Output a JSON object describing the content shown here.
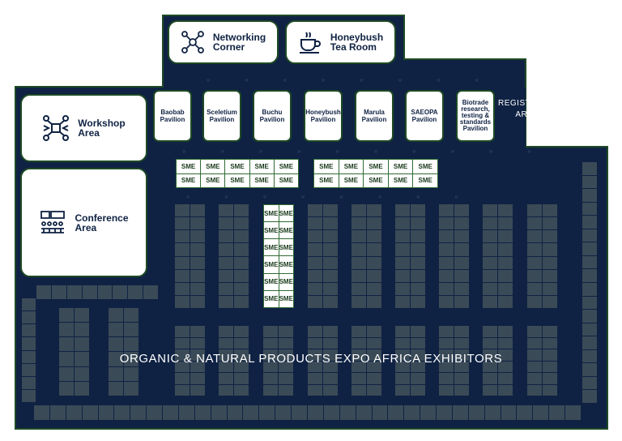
{
  "rooms": {
    "networking": {
      "line1": "Networking",
      "line2": "Corner"
    },
    "tearoom": {
      "line1": "Honeybush",
      "line2": "Tea Room"
    },
    "workshop": {
      "line1": "Workshop",
      "line2": "Area"
    },
    "conference": {
      "line1": "Conference",
      "line2": "Area"
    }
  },
  "pavilions": [
    {
      "line1": "Baobab",
      "line2": "Pavilion"
    },
    {
      "line1": "Sceletium",
      "line2": "Pavilion"
    },
    {
      "line1": "Buchu",
      "line2": "Pavilion"
    },
    {
      "line1": "Honeybush",
      "line2": "Pavilion"
    },
    {
      "line1": "Marula",
      "line2": "Pavilion"
    },
    {
      "line1": "SAEOPA",
      "line2": "Pavilion"
    }
  ],
  "biotrade": {
    "line1": "Biotrade",
    "line2": "research,",
    "line3": "testing &",
    "line4": "standards",
    "line5": "Pavilion"
  },
  "registration": {
    "line1": "REGISTRATION",
    "line2": "AREA"
  },
  "sme_label": "SME",
  "exhibitors_label": "ORGANIC & NATURAL PRODUCTS EXPO AFRICA EXHIBITORS",
  "colors": {
    "hall": "#0f2243",
    "border": "#1e4a24",
    "booth": "#3a4a57",
    "sme_border": "#2f6b33"
  }
}
